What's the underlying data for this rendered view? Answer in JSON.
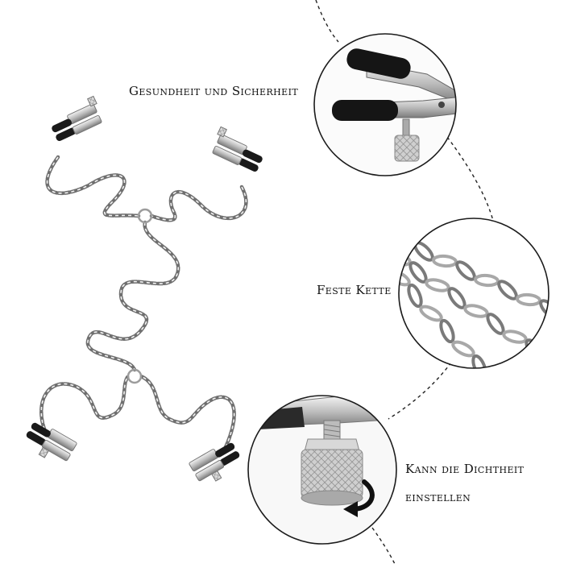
{
  "labels": {
    "safety": "Gesundheit und Sicherheit",
    "chain": "Feste Kette",
    "adjust_line1": "Kann die Dichtheit",
    "adjust_line2": "einstellen"
  },
  "colors": {
    "background": "#ffffff",
    "chain_metal": "#b9b9b9",
    "chain_dark": "#6f6f6f",
    "rubber_tip": "#1a1a1a",
    "text": "#111111"
  },
  "icons": {
    "product": "nipple-clamp-chain-photo",
    "detail_tips": "rubber-tip-clamp-detail",
    "detail_chain": "chain-links-detail",
    "detail_screw": "adjustment-screw-detail",
    "rotate_arrow": "rotate-arrow-icon"
  }
}
